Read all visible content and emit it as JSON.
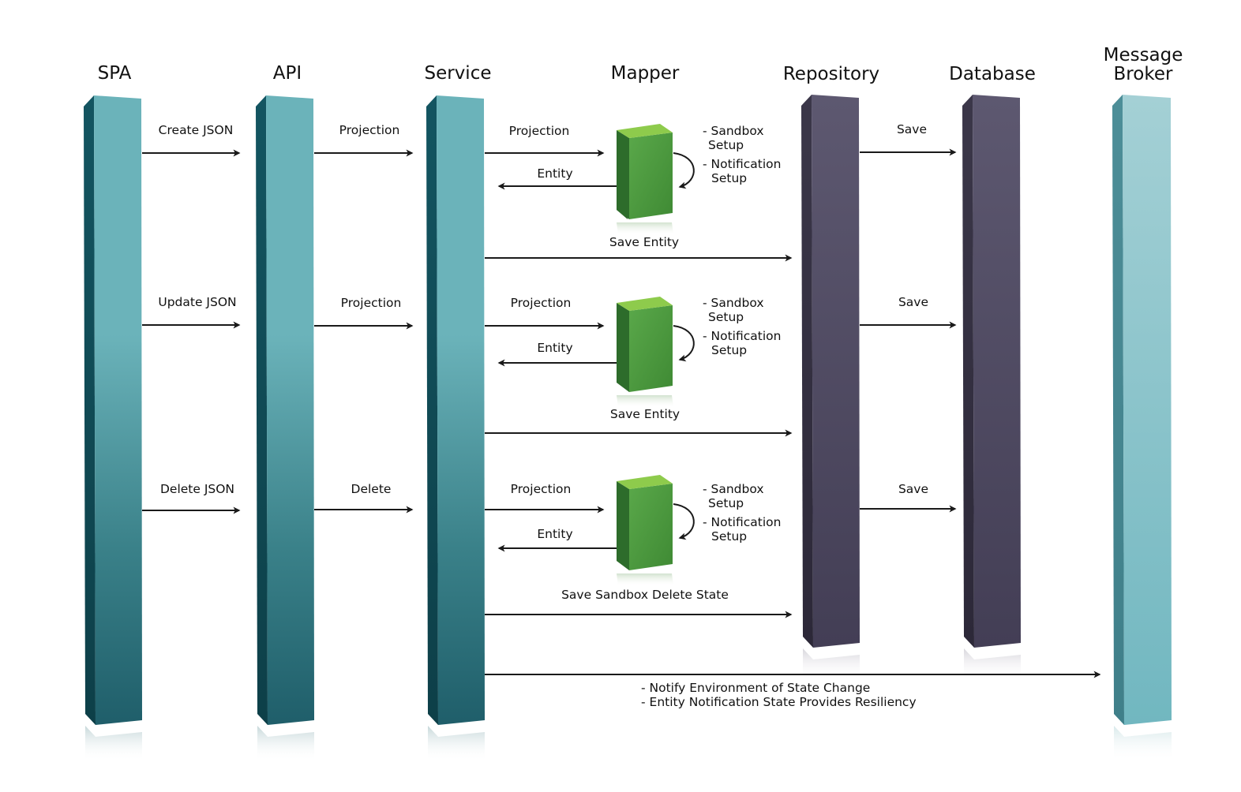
{
  "colors": {
    "teal": "#6bb3ba",
    "teal_dark": "#1f5e6a",
    "slate": "#5b566f",
    "slate_dark": "#3e394f",
    "light_teal": "#9ccdd2",
    "green": "#4a9a3a",
    "arrow": "#1a1a1a"
  },
  "headers": {
    "spa": "SPA",
    "api": "API",
    "service": "Service",
    "mapper": "Mapper",
    "repository": "Repository",
    "database": "Database",
    "broker_line1": "Message",
    "broker_line2": "Broker"
  },
  "flows": [
    {
      "spa_api": "Create JSON",
      "api_service": "Projection",
      "service_mapper": "Projection",
      "mapper_service": "Entity",
      "mapper_note1": "- Sandbox",
      "mapper_note2": "Setup",
      "mapper_note3": "- Notification",
      "mapper_note4": "Setup",
      "service_repository": "Save Entity",
      "repository_database": "Save"
    },
    {
      "spa_api": "Update JSON",
      "api_service": "Projection",
      "service_mapper": "Projection",
      "mapper_service": "Entity",
      "mapper_note1": "- Sandbox",
      "mapper_note2": "Setup",
      "mapper_note3": "- Notification",
      "mapper_note4": "Setup",
      "service_repository": "Save Entity",
      "repository_database": "Save"
    },
    {
      "spa_api": "Delete JSON",
      "api_service": "Delete",
      "service_mapper": "Projection",
      "mapper_service": "Entity",
      "mapper_note1": "- Sandbox",
      "mapper_note2": "Setup",
      "mapper_note3": "- Notification",
      "mapper_note4": "Setup",
      "service_repository": "Save Sandbox Delete State",
      "repository_database": "Save"
    }
  ],
  "broker_notes": {
    "line1": "- Notify Environment of State Change",
    "line2": "- Entity Notification State Provides Resiliency"
  }
}
